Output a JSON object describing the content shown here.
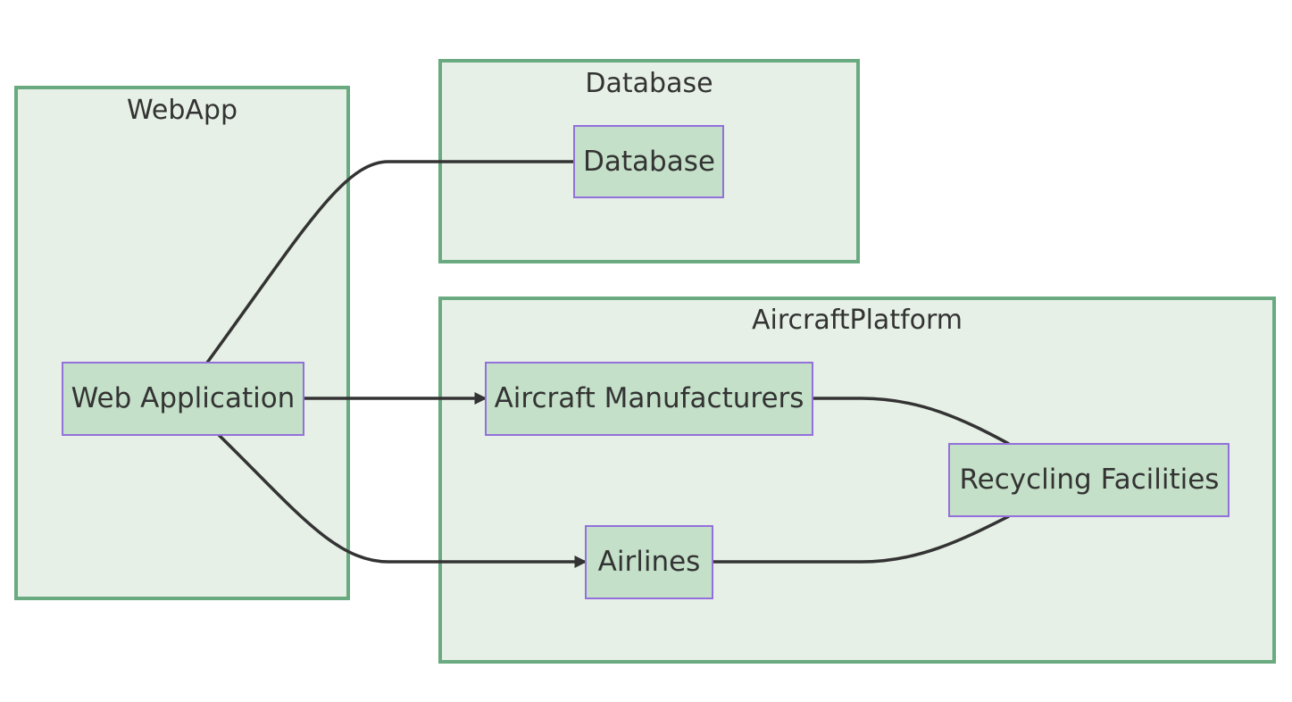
{
  "clusters": {
    "webapp": "WebApp",
    "database": "Database",
    "aircraft_platform": "AircraftPlatform"
  },
  "nodes": {
    "web_application": "Web Application",
    "database": "Database",
    "aircraft_manufacturers": "Aircraft Manufacturers",
    "airlines": "Airlines",
    "recycling_facilities": "Recycling Facilities"
  },
  "colors": {
    "cluster_fill": "#e6f0e6",
    "cluster_stroke": "#6aaa80",
    "node_fill": "#c4e0c8",
    "node_stroke": "#9370DB",
    "edge": "#333333"
  }
}
